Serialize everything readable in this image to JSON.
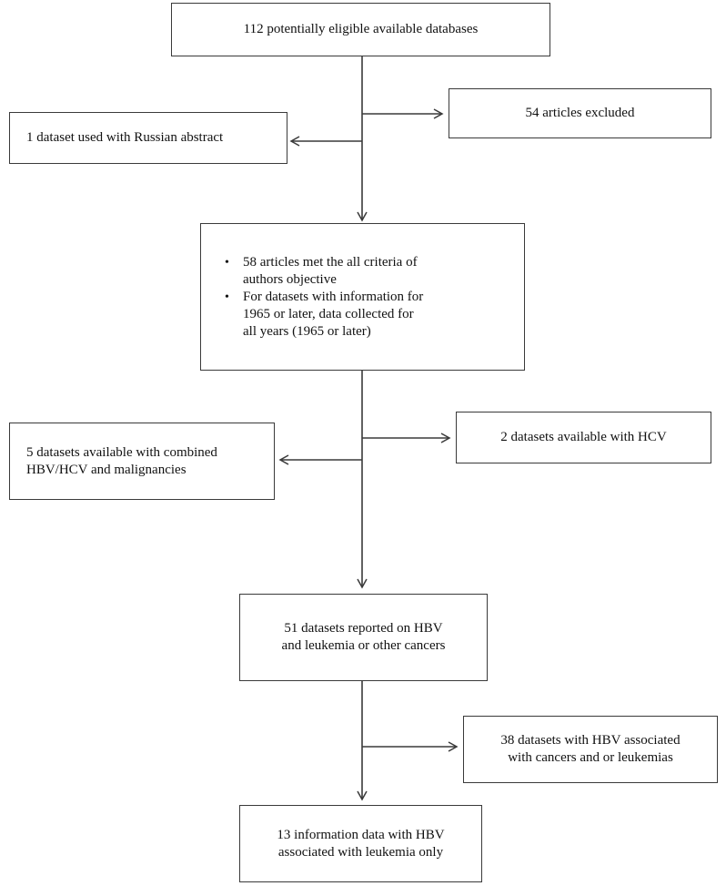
{
  "boxes": {
    "databases": "112 potentially eligible available databases",
    "excluded": "54 articles excluded",
    "russian": "1 dataset used with Russian abstract",
    "criteria": [
      [
        "58 articles met the all criteria of",
        "authors objective"
      ],
      [
        "For datasets with information for",
        "1965 or later, data collected for",
        "all years (1965 or later)"
      ]
    ],
    "combined": [
      "5 datasets available with combined",
      "HBV/HCV and malignancies"
    ],
    "hcv": "2 datasets available with HCV",
    "reported": [
      "51 datasets reported on HBV",
      "and leukemia or other cancers"
    ],
    "hbv_assoc": [
      "38 datasets with HBV associated",
      "with cancers and or leukemias"
    ],
    "leukemia_only": [
      "13 information data with HBV",
      "associated with leukemia only"
    ]
  }
}
